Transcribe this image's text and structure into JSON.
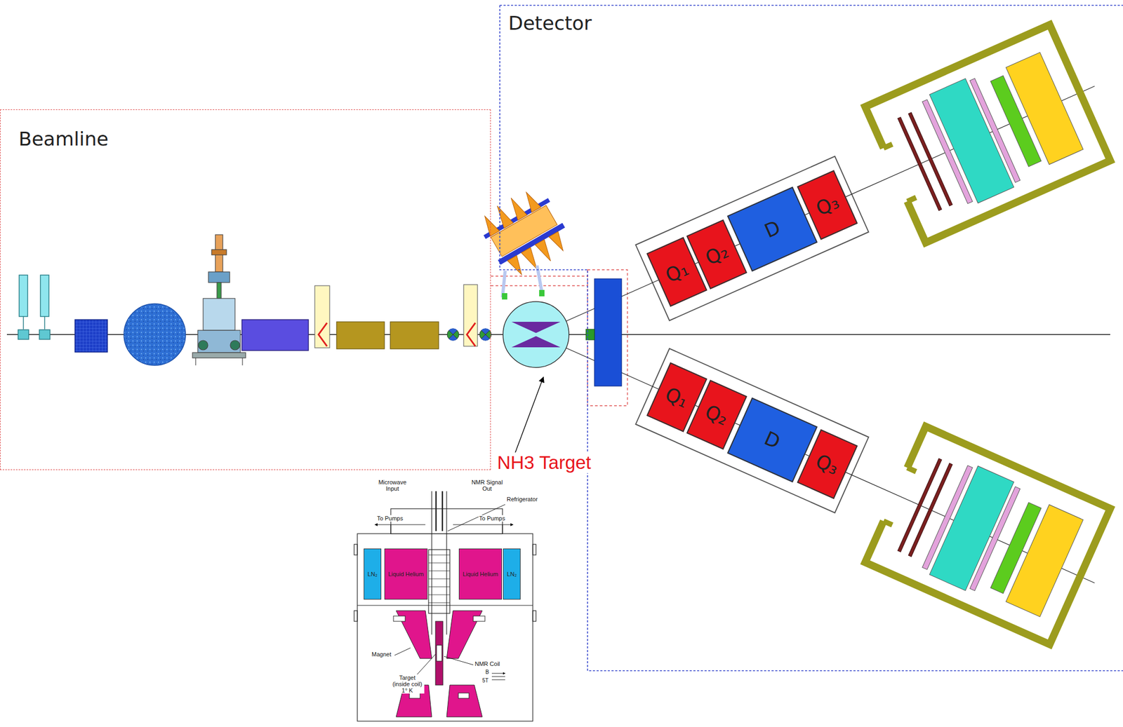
{
  "diagram": {
    "nodes": [
      {
        "text": [
          "Beamline"
        ]
      },
      {
        "text": [
          "Detector"
        ]
      },
      {
        "text": [
          "Q₁"
        ],
        "in": 1
      },
      {
        "text": [
          "Q₂"
        ],
        "in": 1
      },
      {
        "text": [
          "D"
        ],
        "in": 1
      },
      {
        "text": [
          "Q₃"
        ],
        "in": 1
      },
      {
        "text": [
          "Q₁"
        ],
        "in": 1
      },
      {
        "text": [
          "Q₂"
        ],
        "in": 1
      },
      {
        "text": [
          "D"
        ],
        "in": 1
      },
      {
        "text": [
          "Q₃"
        ],
        "in": 1
      },
      {
        "text": [
          "LN₂"
        ]
      },
      {
        "text": [
          "Liquid Helium"
        ]
      },
      {
        "text": [
          "Liquid Helium"
        ]
      },
      {
        "text": [
          "LN₂"
        ]
      }
    ],
    "labels": [
      "NH3 Target",
      "Microwave Input",
      "NMR Signal Out",
      "Refrigerator",
      "To Pumps",
      "To Pumps",
      "Magnet",
      "NMR Coil",
      "B",
      "5T",
      "Target (inside coil) 1° K"
    ]
  }
}
